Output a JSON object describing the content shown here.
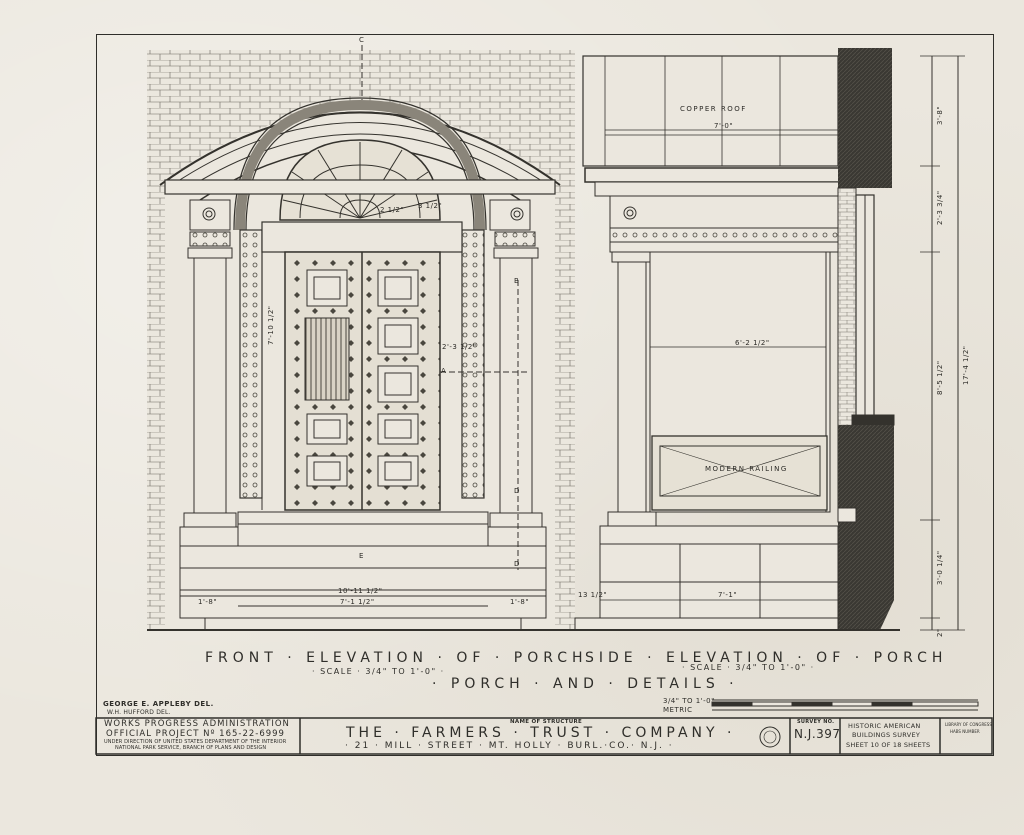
{
  "front_elevation": {
    "title": "FRONT · ELEVATION · OF · PORCH",
    "scale": "· SCALE · 3/4\" TO 1'-0\" ·",
    "dims": {
      "height": "7'-10 1/2\"",
      "width_total": "10'-11 1/2\"",
      "width_door": "7'-1 1/2\"",
      "left_side": "1'-8\"",
      "right_side": "1'-8\"",
      "door_side": "2'-3 1/2\"",
      "arch1": "2 1/2\"",
      "arch2": "3 1/2\""
    },
    "markers": [
      "C",
      "A",
      "B",
      "D",
      "D",
      "E"
    ]
  },
  "side_elevation": {
    "title": "SIDE · ELEVATION · OF · PORCH",
    "scale": "· SCALE · 3/4\" TO 1'-0\" ·",
    "labels": {
      "roof": "COPPER ROOF",
      "railing": "MODERN RAILING"
    },
    "dims": {
      "roof_width": "7'-0\"",
      "opening_width": "6'-2 1/2\"",
      "base_width": "7'-1\"",
      "base_left": "13 1/2\"",
      "v1": "3'-8\"",
      "v2": "2'-3 3/4\"",
      "v3": "8'-5 1/2\"",
      "v4": "17'-4 1/2\"",
      "v5": "3'-0 1/4\"",
      "v6": "2\""
    }
  },
  "subtitle": "· PORCH · AND · DETAILS ·",
  "graphic_scale": {
    "imperial": "3/4\" TO 1'-0\"",
    "metric": "METRIC"
  },
  "delineators": {
    "line1": "GEORGE E. APPLEBY DEL.",
    "line2": "W.H. HUFFORD DEL."
  },
  "title_block": {
    "agency_line1": "WORKS PROGRESS ADMINISTRATION",
    "agency_line2": "OFFICIAL PROJECT Nº 165-22-6999",
    "agency_line3": "UNDER DIRECTION OF UNITED STATES DEPARTMENT OF THE INTERIOR",
    "agency_line4": "NATIONAL PARK SERVICE, BRANCH OF PLANS AND DESIGN",
    "structure_label": "NAME OF STRUCTURE",
    "structure_name": "THE · FARMERS · TRUST · COMPANY ·",
    "address": "· 21 · MILL · STREET · MT. HOLLY · BURL.·CO.· N.J. ·",
    "survey_label": "SURVEY NO.",
    "survey_no": "N.J.397",
    "habs_line1": "HISTORIC AMERICAN",
    "habs_line2": "BUILDINGS SURVEY",
    "sheet": "SHEET 10 OF 18 SHEETS",
    "library1": "LIBRARY OF CONGRESS",
    "library2": "HABS NUMBER"
  }
}
